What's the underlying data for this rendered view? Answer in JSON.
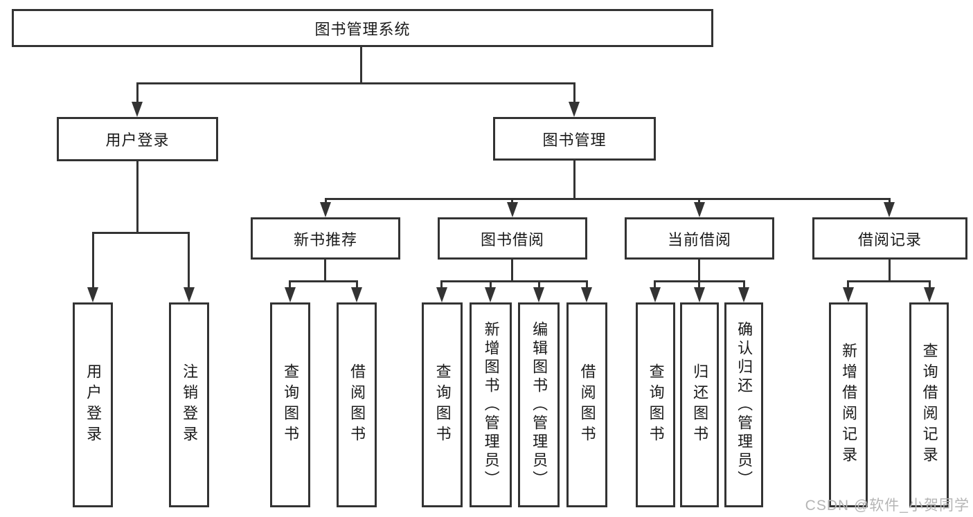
{
  "tree": {
    "root": {
      "label": "图书管理系统",
      "children": [
        {
          "label": "用户登录",
          "children": [
            {
              "label": "用户登录"
            },
            {
              "label": "注销登录"
            }
          ]
        },
        {
          "label": "图书管理",
          "children": [
            {
              "label": "新书推荐",
              "children": [
                {
                  "label": "查询图书"
                },
                {
                  "label": "借阅图书"
                }
              ]
            },
            {
              "label": "图书借阅",
              "children": [
                {
                  "label": "查询图书"
                },
                {
                  "label": "新增图书（管理员）"
                },
                {
                  "label": "编辑图书（管理员）"
                },
                {
                  "label": "借阅图书"
                }
              ]
            },
            {
              "label": "当前借阅",
              "children": [
                {
                  "label": "查询图书"
                },
                {
                  "label": "归还图书"
                },
                {
                  "label": "确认归还（管理员）"
                }
              ]
            },
            {
              "label": "借阅记录",
              "children": [
                {
                  "label": "新增借阅记录"
                },
                {
                  "label": "查询借阅记录"
                }
              ]
            }
          ]
        }
      ]
    }
  },
  "watermark": {
    "text": "CSDN @软件_小贺同学"
  },
  "colors": {
    "line": "#333333",
    "text": "#1a1a1a",
    "watermark": "#b5b5b5",
    "background": "#ffffff"
  }
}
